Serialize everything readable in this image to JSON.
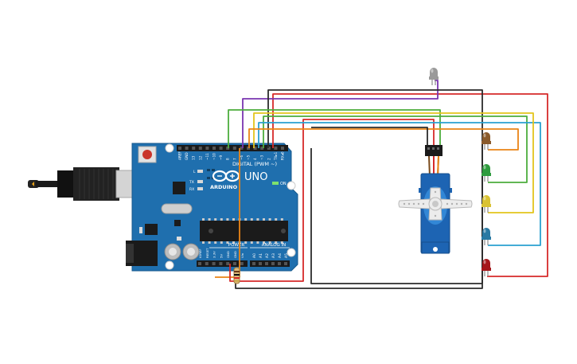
{
  "board": {
    "logo": "UNO",
    "brand": "ARDUINO",
    "digital_header": "DIGITAL (PWM ~)",
    "on_label": "ON",
    "power_label": "POWER",
    "analog_label": "ANALOG IN",
    "led_labels": [
      "L",
      "TX",
      "RX"
    ],
    "top_pin_labels": [
      "AREF",
      "GND",
      "13",
      "12",
      "~11",
      "~10",
      "~9",
      "8",
      "7",
      "~6",
      "~5",
      "4",
      "~3",
      "2",
      "TX▸1",
      "RX◂0"
    ],
    "power_pin_labels": [
      "IOREF",
      "RESET",
      "3.3V",
      "5V",
      "GND",
      "GND",
      "Vin"
    ],
    "analog_pin_labels": [
      "A0",
      "A1",
      "A2",
      "A3",
      "A4",
      "A5"
    ]
  },
  "components": {
    "servo": "servo-motor",
    "resistor": "resistor",
    "leds": [
      {
        "name": "led-brown",
        "color": "#8a5a2b"
      },
      {
        "name": "led-green",
        "color": "#2e9b3e"
      },
      {
        "name": "led-yellow",
        "color": "#d9c233"
      },
      {
        "name": "led-blue",
        "color": "#2a79a3"
      },
      {
        "name": "led-red",
        "color": "#a5161b"
      },
      {
        "name": "led-grey",
        "color": "#9a9a9a"
      }
    ]
  },
  "colors": {
    "board": "#1f6fae",
    "wire_red": "#d62a2a",
    "wire_purple": "#7a35b0",
    "wire_green": "#4cad3d",
    "wire_yellow": "#e3c51c",
    "wire_orange": "#ea8416",
    "wire_cyan": "#2aa0d0",
    "wire_black": "#2b2b2b",
    "servo_body": "#1d64b3"
  }
}
